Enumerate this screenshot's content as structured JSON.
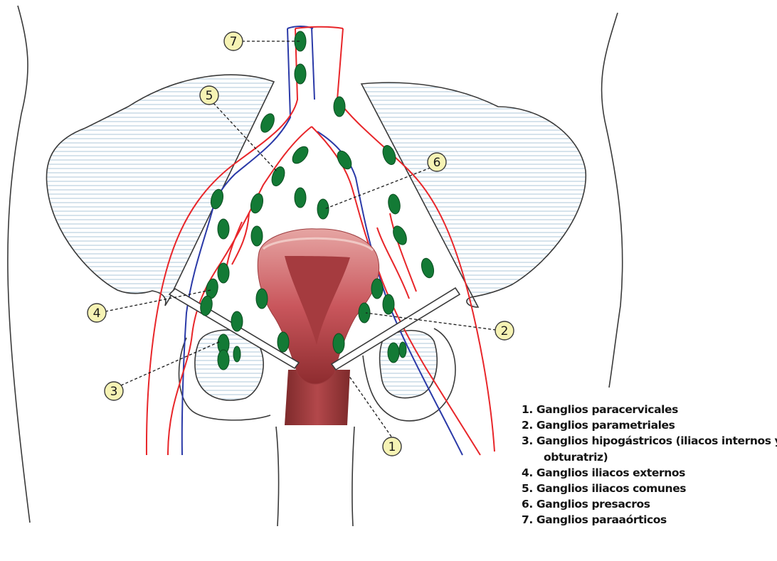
{
  "legend": [
    {
      "number": "1",
      "text": "1. Ganglios paracervicales"
    },
    {
      "number": "2",
      "text": "2. Ganglios parametriales"
    },
    {
      "number": "3",
      "text": "3. Ganglios hipogástricos (iliacos internos y",
      "continuation": "obturatriz)"
    },
    {
      "number": "4",
      "text": "4. Ganglios iliacos externos"
    },
    {
      "number": "5",
      "text": "5. Ganglios iliacos comunes"
    },
    {
      "number": "6",
      "text": "6. Ganglios presacros"
    },
    {
      "number": "7",
      "text": "7. Ganglios paraaórticos"
    }
  ],
  "callouts": [
    "1",
    "2",
    "3",
    "4",
    "5",
    "6",
    "7"
  ],
  "colors": {
    "artery": "#e8262a",
    "vein": "#2b3aa8",
    "node": "#137a35",
    "node_outline": "#0b4d20",
    "callout_fill": "#f6f3b4",
    "hatch": "#aec7d8",
    "outline": "#3a3a3a",
    "uterus": "#c9565c"
  }
}
